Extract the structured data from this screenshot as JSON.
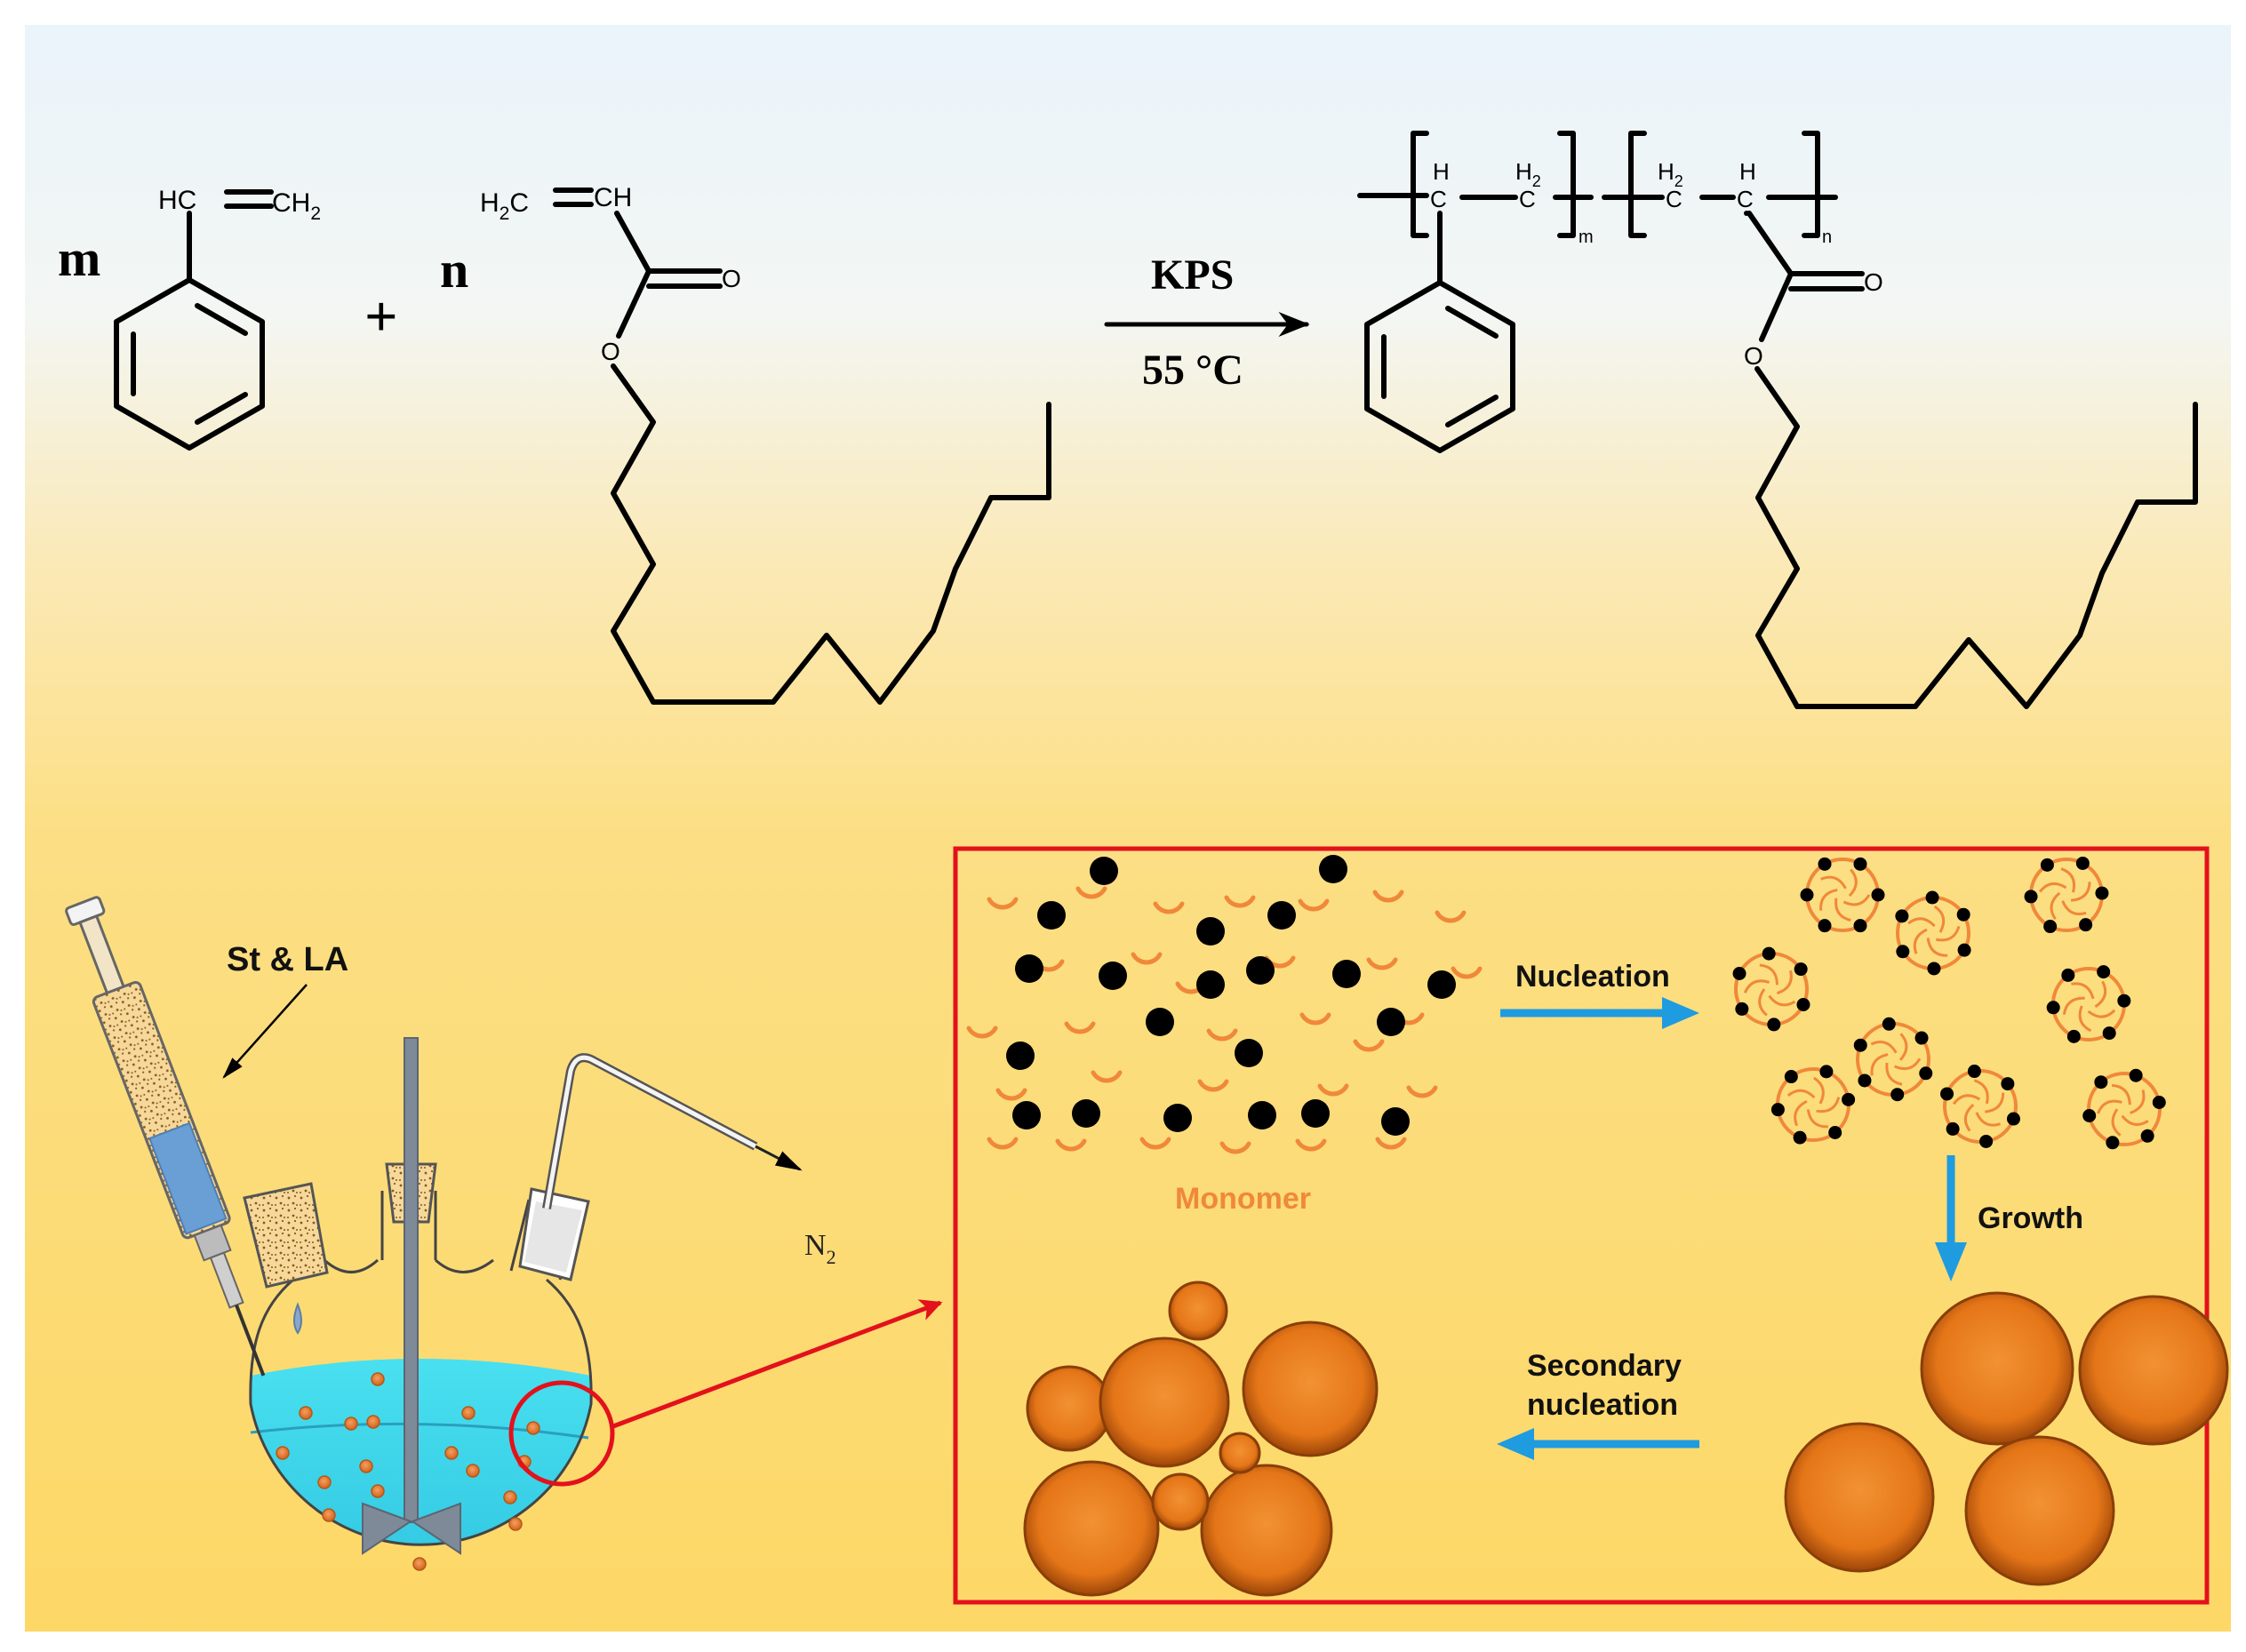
{
  "reaction": {
    "coef_m": "m",
    "coef_n": "n",
    "plus": "+",
    "styrene_hc": "HC",
    "styrene_ch2": "CH",
    "styrene_ch2_sub": "2",
    "acrylate_h2c": "H",
    "acrylate_h2c_sub": "2",
    "acrylate_h2c_c": "C",
    "acrylate_ch": "CH",
    "carbonyl_o": "O",
    "ester_o": "O",
    "catalyst": "KPS",
    "temperature": "55 °C",
    "product": {
      "h1": "H",
      "c1": "C",
      "h2": "H",
      "h2_sub": "2",
      "c2": "C",
      "sub_m": "m",
      "h3": "H",
      "h3_sub": "2",
      "c3": "C",
      "h4": "H",
      "c4": "C",
      "sub_n": "n",
      "carbonyl_o": "O",
      "ester_o": "O"
    }
  },
  "apparatus": {
    "syringe_label": "St & LA",
    "gas_label": "N",
    "gas_sub": "2"
  },
  "mechanism": {
    "monomer_label": "Monomer",
    "nucleation_label": "Nucleation",
    "growth_label": "Growth",
    "secondary_line1": "Secondary",
    "secondary_line2": "nucleation"
  },
  "colors": {
    "frame_red": "#e3111b",
    "arrow_blue": "#1f9be0",
    "monomer_orange": "#f0883a",
    "particle_orange": "#e0721c",
    "liquid_cyan": "#3fd7ec",
    "syringe_blue": "#6a9fd6",
    "stirrer_grey": "#7f8a99",
    "bg_top": "#eef6fb",
    "bg_bottom": "#fdd766"
  }
}
